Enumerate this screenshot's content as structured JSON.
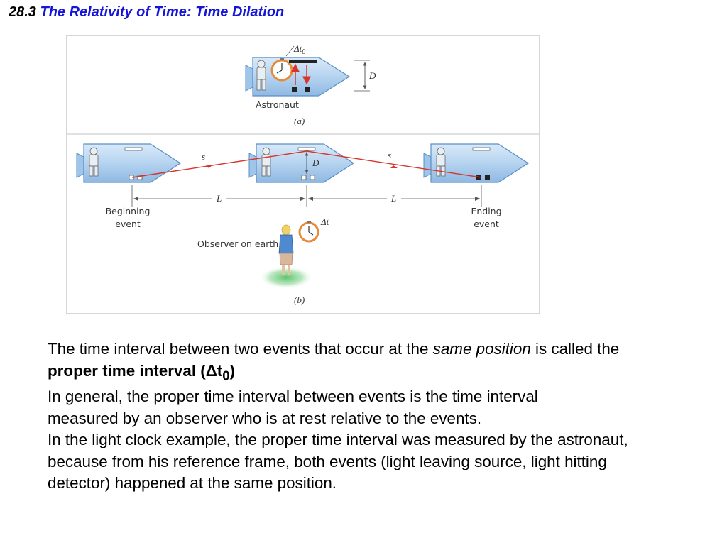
{
  "slide": {
    "section_number": "28.3",
    "title": "The Relativity of Time: Time Dilation"
  },
  "figure": {
    "panel_a": {
      "delta_t0_label": "Δt",
      "delta_t0_subscript": "0",
      "distance_label": "D",
      "astronaut_label": "Astronaut",
      "panel_caption": "(a)"
    },
    "panel_b": {
      "path_label_left": "s",
      "path_label_right": "s",
      "distance_label": "D",
      "length_label_left": "L",
      "length_label_right": "L",
      "beginning_event_line1": "Beginning",
      "beginning_event_line2": "event",
      "ending_event_line1": "Ending",
      "ending_event_line2": "event",
      "observer_label": "Observer on earth",
      "delta_t_label": "Δt",
      "panel_caption": "(b)"
    }
  },
  "text": {
    "p1_a": "The time interval between two events that occur at the ",
    "p1_italic": "same position",
    "p1_b": " is called the ",
    "p1_bold": "proper time interval (Δt",
    "p1_sub": "0",
    "p1_close": ")",
    "p2": "In general, the proper time interval between events is the time interval measured by an observer who is at rest relative to the events.",
    "p3": "In the light clock example, the proper time interval was measured by the astronaut, because from his reference frame, both events (light leaving source, light hitting detector) happened at the same position."
  },
  "colors": {
    "title_blue": "#1515d8",
    "light_ray_red": "#d9342b",
    "rocket_body": "#bcd8f2",
    "rocket_outline": "#5a8fc4"
  }
}
